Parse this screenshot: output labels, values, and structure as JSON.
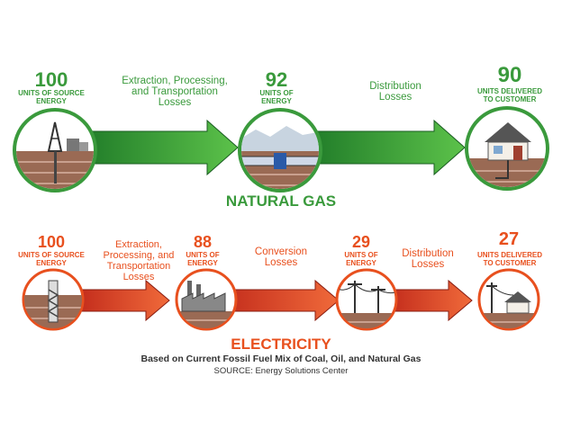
{
  "gas": {
    "title": "NATURAL GAS",
    "stages": [
      {
        "value": "100",
        "label": "UNITS OF SOURCE ENERGY"
      },
      {
        "value": "92",
        "label": "UNITS OF ENERGY"
      },
      {
        "value": "90",
        "label": "UNITS DELIVERED TO CUSTOMER"
      }
    ],
    "losses": [
      "Extraction, Processing, and Transportation Losses",
      "Distribution Losses"
    ]
  },
  "electricity": {
    "title": "ELECTRICITY",
    "stages": [
      {
        "value": "100",
        "label": "UNITS OF SOURCE ENERGY"
      },
      {
        "value": "88",
        "label": "UNITS OF ENERGY"
      },
      {
        "value": "29",
        "label": "UNITS OF ENERGY"
      },
      {
        "value": "27",
        "label": "UNITS DELIVERED TO CUSTOMER"
      }
    ],
    "losses": [
      "Extraction, Processing, and Transportation Losses",
      "Conversion Losses",
      "Distribution Losses"
    ]
  },
  "footer": {
    "note": "Based on Current Fossil Fuel Mix of Coal, Oil, and Natural Gas",
    "source": "SOURCE: Energy Solutions Center"
  },
  "colors": {
    "gas": "#3a9a3c",
    "electricity": "#e8501e",
    "ground": "#8a5a44"
  }
}
